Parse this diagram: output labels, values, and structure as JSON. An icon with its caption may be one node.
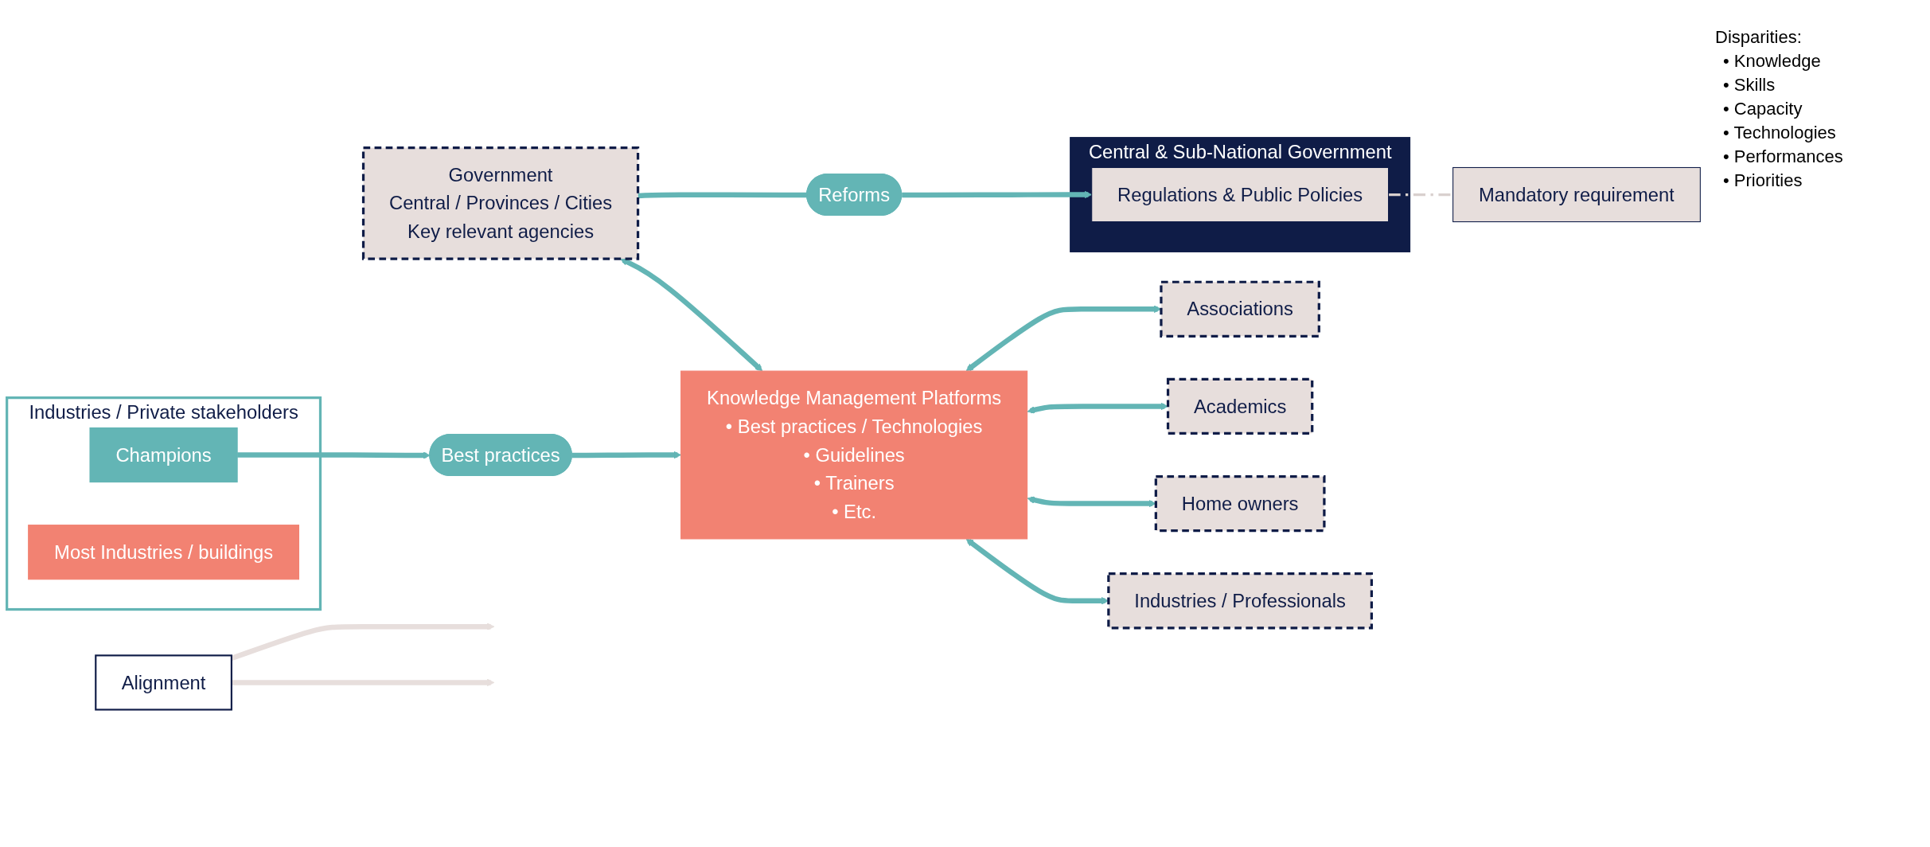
{
  "diagram": {
    "nodes": [
      {
        "text": [
          "Central & Sub-National Government"
        ]
      },
      {
        "text": [
          "Regulations & Public Policies"
        ],
        "in": 0
      },
      {
        "text": [
          "Industries / Private stakeholders"
        ]
      },
      {
        "text": [
          "Champions"
        ],
        "in": 2
      },
      {
        "text": [
          "Most Industries / buildings"
        ],
        "in": 2
      },
      {
        "text": [
          "Best practices"
        ]
      },
      {
        "text": [
          "Mandatory requirement"
        ]
      },
      {
        "text": [
          "Reforms"
        ]
      },
      {
        "text": [
          "Government",
          "Central / Provinces / Cities",
          "Key relevant agencies"
        ]
      },
      {
        "text": [
          "Knowledge Management Platforms",
          "• Best practices / Technologies",
          "• Guidelines",
          "• Trainers",
          "• Etc."
        ]
      },
      {
        "text": [
          "Associations"
        ]
      },
      {
        "text": [
          "Academics"
        ]
      },
      {
        "text": [
          "Home owners"
        ]
      },
      {
        "text": [
          "Industries / Professionals"
        ]
      },
      {
        "text": [
          "Alignment"
        ]
      }
    ],
    "edges": [
      {
        "from": 3,
        "to": 5,
        "arrow": "to"
      },
      {
        "from": 5,
        "to": 9,
        "arrow": "to"
      },
      {
        "from": 1,
        "to": 6,
        "arrow": "none",
        "style": "dashed",
        "color": "#d9d0ce"
      },
      {
        "from": 8,
        "to": 7,
        "arrow": "none"
      },
      {
        "from": 7,
        "to": 1,
        "arrow": "to"
      },
      {
        "from": 8,
        "to": 9,
        "arrow": "both"
      },
      {
        "from": 9,
        "to": 10,
        "arrow": "both"
      },
      {
        "from": 9,
        "to": 11,
        "arrow": "both"
      },
      {
        "from": 9,
        "to": 12,
        "arrow": "both"
      },
      {
        "from": 9,
        "to": 13,
        "arrow": "both"
      },
      {
        "from": 14,
        "to": null,
        "arrow": "to",
        "color": "#e7dedc"
      },
      {
        "from": 14,
        "to": null,
        "arrow": "to",
        "color": "#e7dedc"
      }
    ],
    "labels": [
      "Disparities:",
      "• Knowledge",
      "• Skills",
      "• Capacity",
      "• Technologies",
      "• Performances",
      "• Priorities"
    ]
  }
}
